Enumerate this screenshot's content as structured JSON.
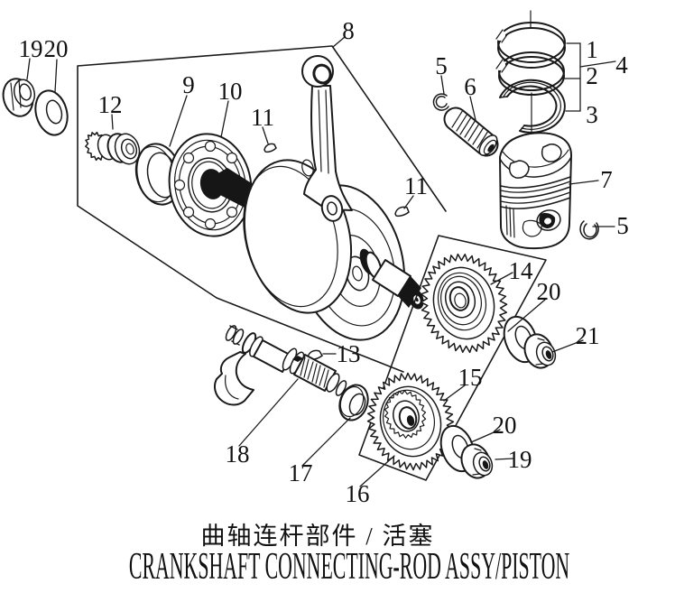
{
  "diagram": {
    "caption_zh": "曲轴连杆部件 / 活塞",
    "caption_en": "CRANKSHAFT CONNECTING-ROD ASSY/PISTON",
    "colors": {
      "background": "#ffffff",
      "ink": "#1a1a1a"
    },
    "callouts": {
      "n19_topleft": "19",
      "n20_topleft": "20",
      "n12": "12",
      "n9": "9",
      "n10": "10",
      "n11_left": "11",
      "n8": "8",
      "n5_top": "5",
      "n6": "6",
      "n1": "1",
      "n2": "2",
      "n3": "3",
      "n4": "4",
      "n7": "7",
      "n5_right": "5",
      "n11_right": "11",
      "n14": "14",
      "n20_upper": "20",
      "n21": "21",
      "n15": "15",
      "n13": "13",
      "n18": "18",
      "n17": "17",
      "n16": "16",
      "n20_lower": "20",
      "n19_lower": "19"
    }
  }
}
